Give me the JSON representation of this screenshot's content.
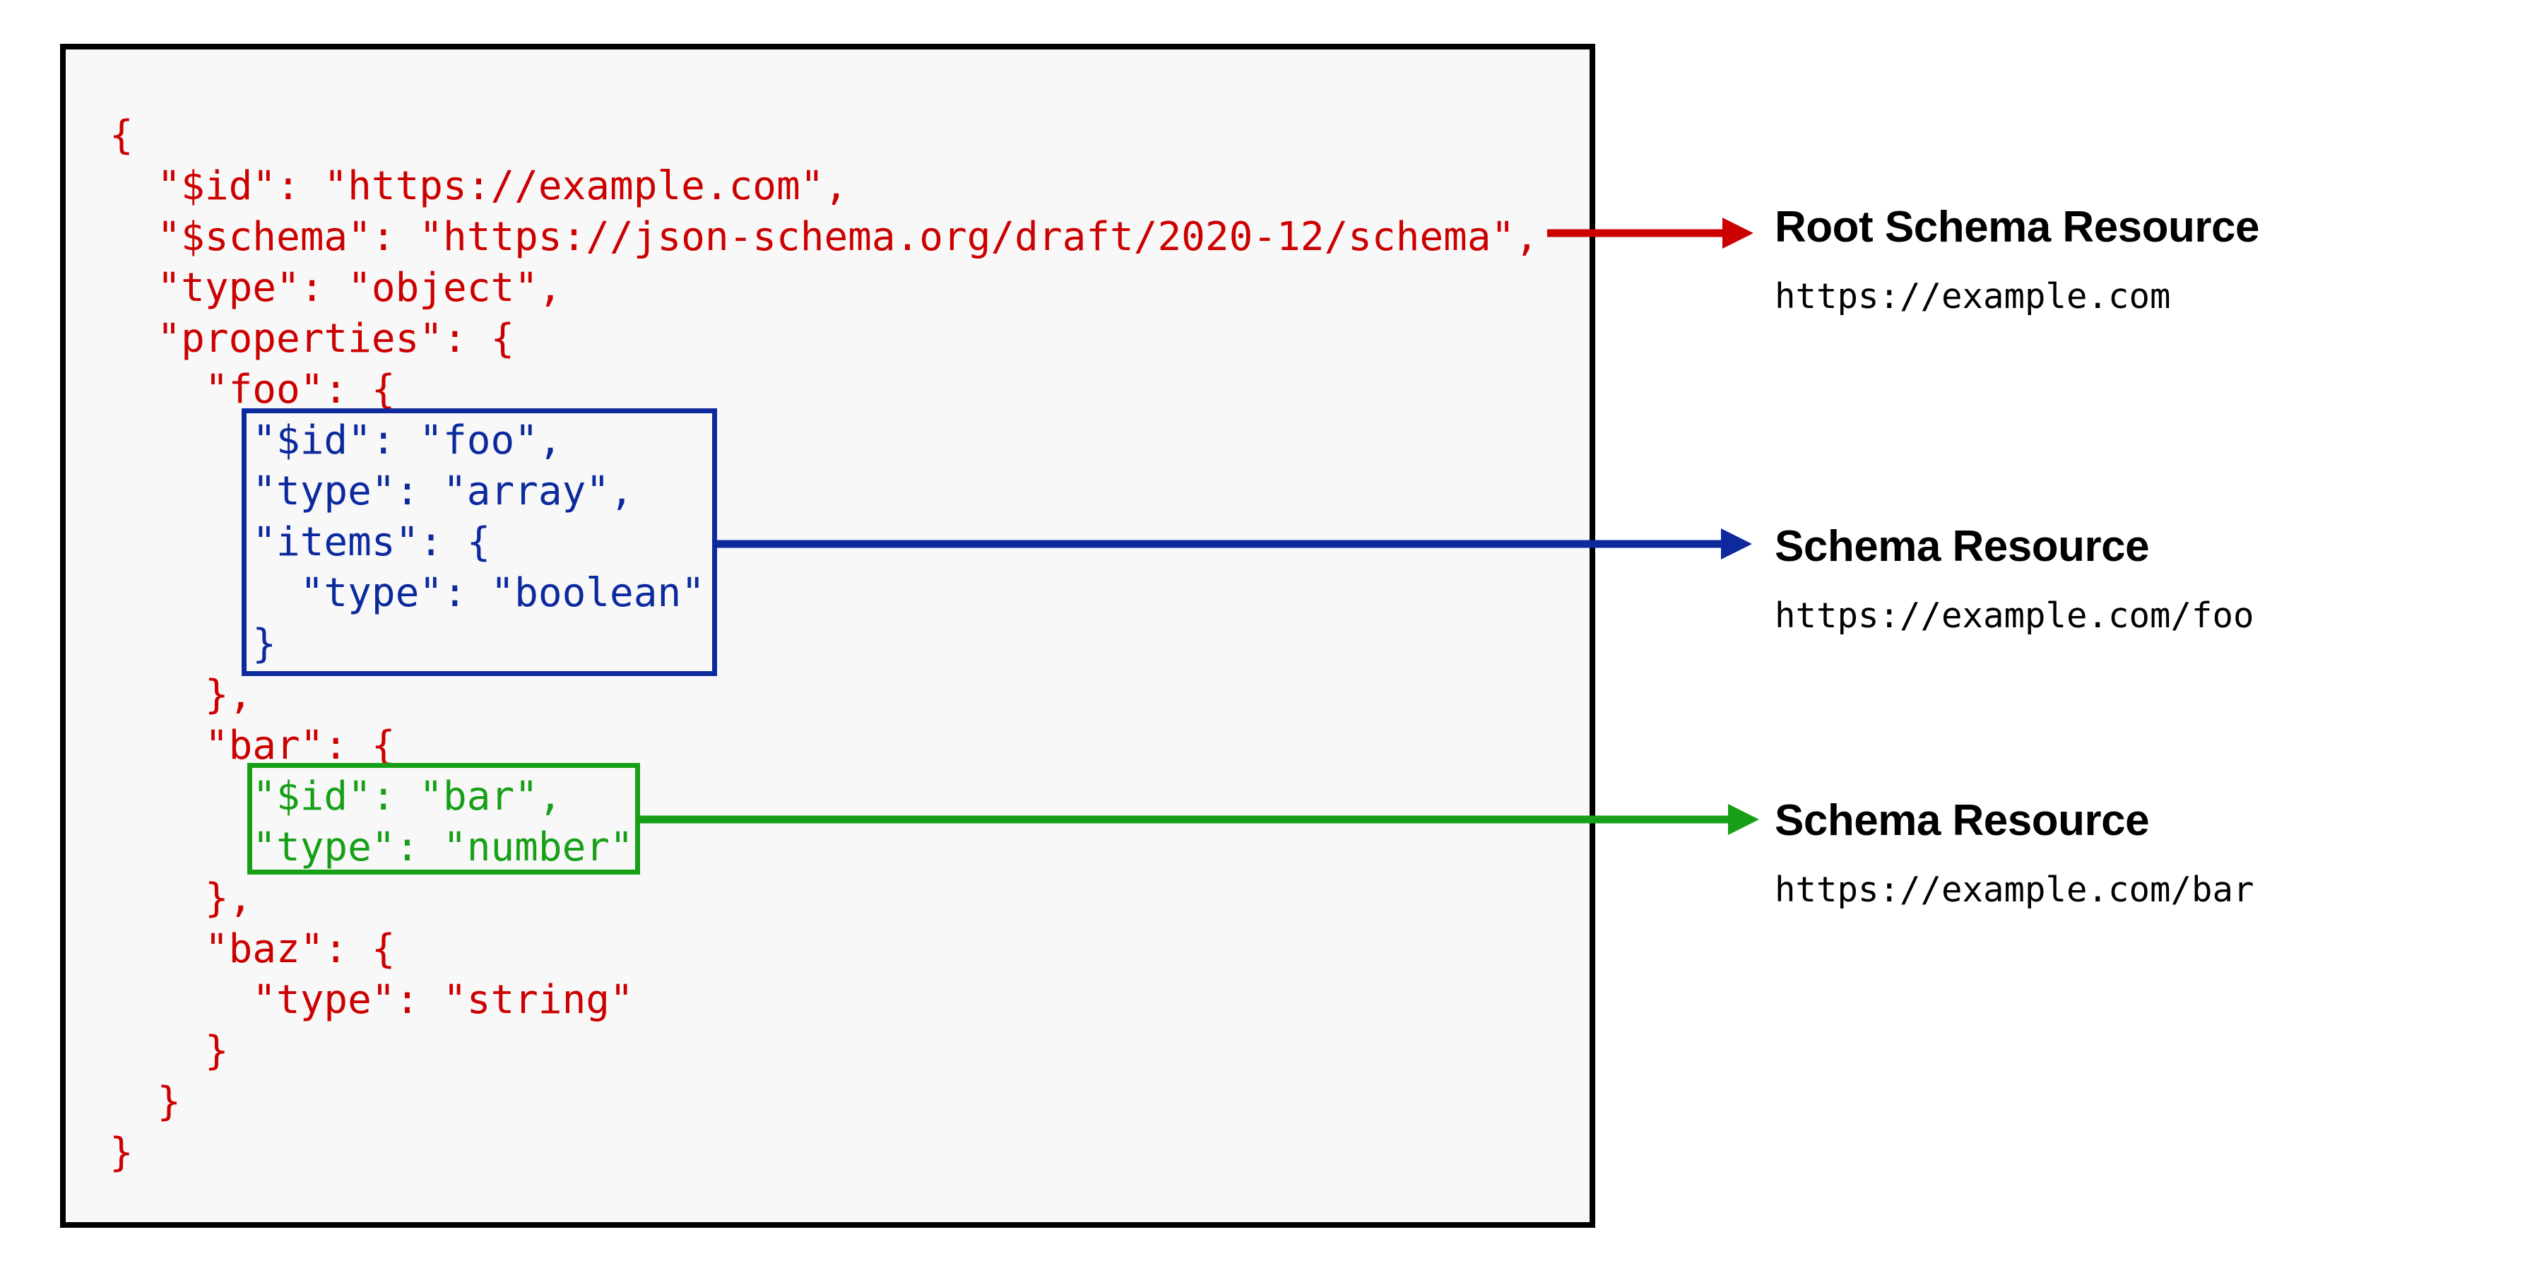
{
  "diagram": {
    "title": "JSON Schema resource identification",
    "colors": {
      "root": "#cc0000",
      "foo": "#0c2a9e",
      "bar": "#17a017",
      "panel_border": "#000000",
      "panel_background": "#f8f8f8"
    }
  },
  "code": {
    "lines": [
      {
        "text": "{",
        "color": "root"
      },
      {
        "text": "  \"$id\": \"https://example.com\",",
        "color": "root"
      },
      {
        "text": "  \"$schema\": \"https://json-schema.org/draft/2020-12/schema\",",
        "color": "root"
      },
      {
        "text": "  \"type\": \"object\",",
        "color": "root"
      },
      {
        "text": "  \"properties\": {",
        "color": "root"
      },
      {
        "text": "    \"foo\": {",
        "color": "root"
      },
      {
        "text": "      \"$id\": \"foo\",",
        "color": "foo"
      },
      {
        "text": "      \"type\": \"array\",",
        "color": "foo"
      },
      {
        "text": "      \"items\": {",
        "color": "foo"
      },
      {
        "text": "        \"type\": \"boolean\"",
        "color": "foo"
      },
      {
        "text": "      }",
        "color": "foo"
      },
      {
        "text": "    },",
        "color": "root"
      },
      {
        "text": "    \"bar\": {",
        "color": "root"
      },
      {
        "text": "      \"$id\": \"bar\",",
        "color": "bar"
      },
      {
        "text": "      \"type\": \"number\"",
        "color": "bar"
      },
      {
        "text": "    },",
        "color": "root"
      },
      {
        "text": "    \"baz\": {",
        "color": "root"
      },
      {
        "text": "      \"type\": \"string\"",
        "color": "root"
      },
      {
        "text": "    }",
        "color": "root"
      },
      {
        "text": "  }",
        "color": "root"
      },
      {
        "text": "}",
        "color": "root"
      }
    ]
  },
  "callouts": [
    {
      "id": "root",
      "title": "Root Schema Resource",
      "url": "https://example.com",
      "arrow_color": "#cc0000"
    },
    {
      "id": "foo",
      "title": "Schema Resource",
      "url": "https://example.com/foo",
      "arrow_color": "#0c2a9e"
    },
    {
      "id": "bar",
      "title": "Schema Resource",
      "url": "https://example.com/bar",
      "arrow_color": "#17a017"
    }
  ]
}
